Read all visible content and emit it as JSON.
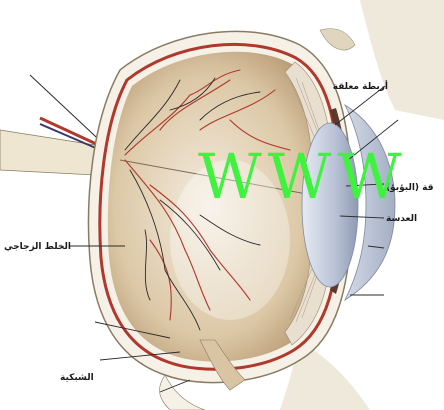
{
  "labels": {
    "suspensory_ligaments": "أربطة معلقة",
    "iris": "قة (البؤبؤ)",
    "lens": "العدسة",
    "vitreous_humor": "الخلط الزجاجي",
    "retina": "الشبكية"
  },
  "watermark": "WWW",
  "colors": {
    "vessel_red": "#b0382c",
    "vessel_dark": "#2a2a2a",
    "retina_fill": "#d9c4a3",
    "sclera": "#f4efe4",
    "watermark": "#3ff23f",
    "lens": "#c8d0e0"
  }
}
